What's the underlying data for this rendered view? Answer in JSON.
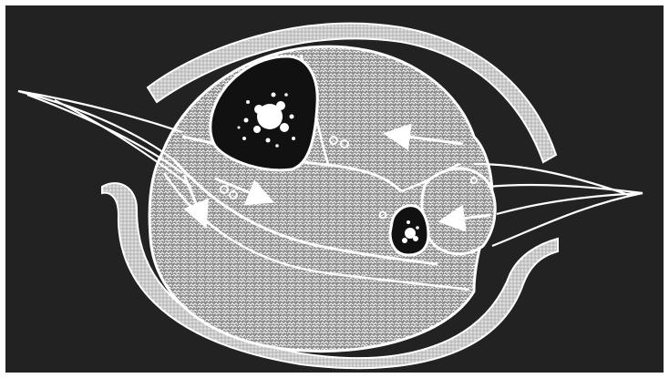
{
  "figure": {
    "kind": "anatomical-cross-section-illustration",
    "colors": {
      "background": "#222222",
      "frame": "#ffffff",
      "shell": "#dcdcdc",
      "tissue_fill": "#9a9a9a",
      "tissue_line": "#ffffff",
      "lumen": "#111111",
      "arrow": "#ffffff"
    },
    "elements": {
      "upper_shell": "upper-shell-band",
      "lower_shell": "lower-shell-band",
      "central_mass": "hatched-tissue-mass",
      "large_vessel": "large-vessel-with-dotted-core",
      "small_vessel": "small-vessel-with-dotted-core",
      "left_strands": "fiber-strands-left",
      "right_strands": "fiber-strands-right"
    },
    "arrow_count": 4,
    "arrow_icons": [
      "arrow-left-icon",
      "arrow-down-right-icon",
      "arrow-down-icon",
      "arrow-left-icon"
    ]
  }
}
